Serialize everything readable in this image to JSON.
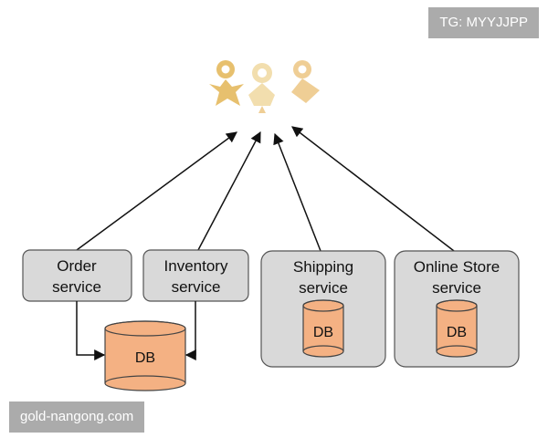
{
  "colors": {
    "service_fill": "#d9d9d9",
    "service_stroke": "#555555",
    "db_fill": "#f4b183",
    "db_stroke": "#444444",
    "arrow": "#111111",
    "users": [
      "#e7c06e",
      "#f2deae",
      "#efce95"
    ]
  },
  "users": {
    "icon_names": [
      "user-icon-1",
      "user-icon-2",
      "user-icon-3"
    ]
  },
  "services": [
    {
      "id": "order",
      "lines": [
        "Order",
        "service"
      ],
      "db_label": "DB"
    },
    {
      "id": "inventory",
      "lines": [
        "Inventory",
        "service"
      ],
      "db_label": "DB"
    },
    {
      "id": "shipping",
      "lines": [
        "Shipping",
        "service"
      ],
      "db_label": "DB"
    },
    {
      "id": "online-store",
      "lines": [
        "Online Store",
        "service"
      ],
      "db_label": "DB"
    }
  ],
  "shared_db": {
    "label": "DB"
  },
  "watermarks": {
    "top": "TG: MYYJJPP",
    "bottom": "gold-nangong.com"
  }
}
